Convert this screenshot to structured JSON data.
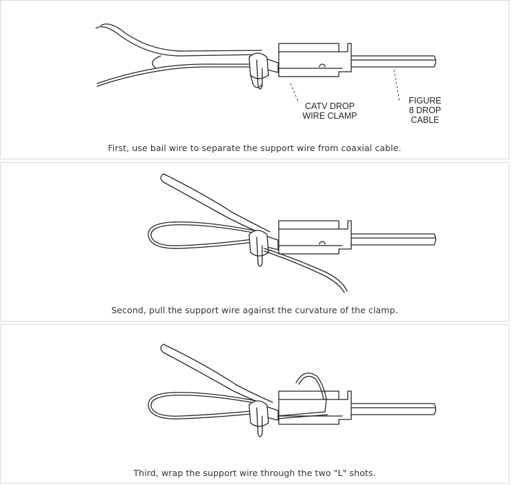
{
  "steps": [
    {
      "caption": "First, use bail wire to separate the support wire from coaxial cable.",
      "callouts": {
        "clamp": "CATV DROP\nWIRE CLAMP",
        "cable": "FIGURE\n8 DROP\nCABLE"
      }
    },
    {
      "caption": "Second, pull the support wire against the curvature of the clamp."
    },
    {
      "caption": "Third, wrap the support wire through the two \"L\" shots."
    }
  ]
}
